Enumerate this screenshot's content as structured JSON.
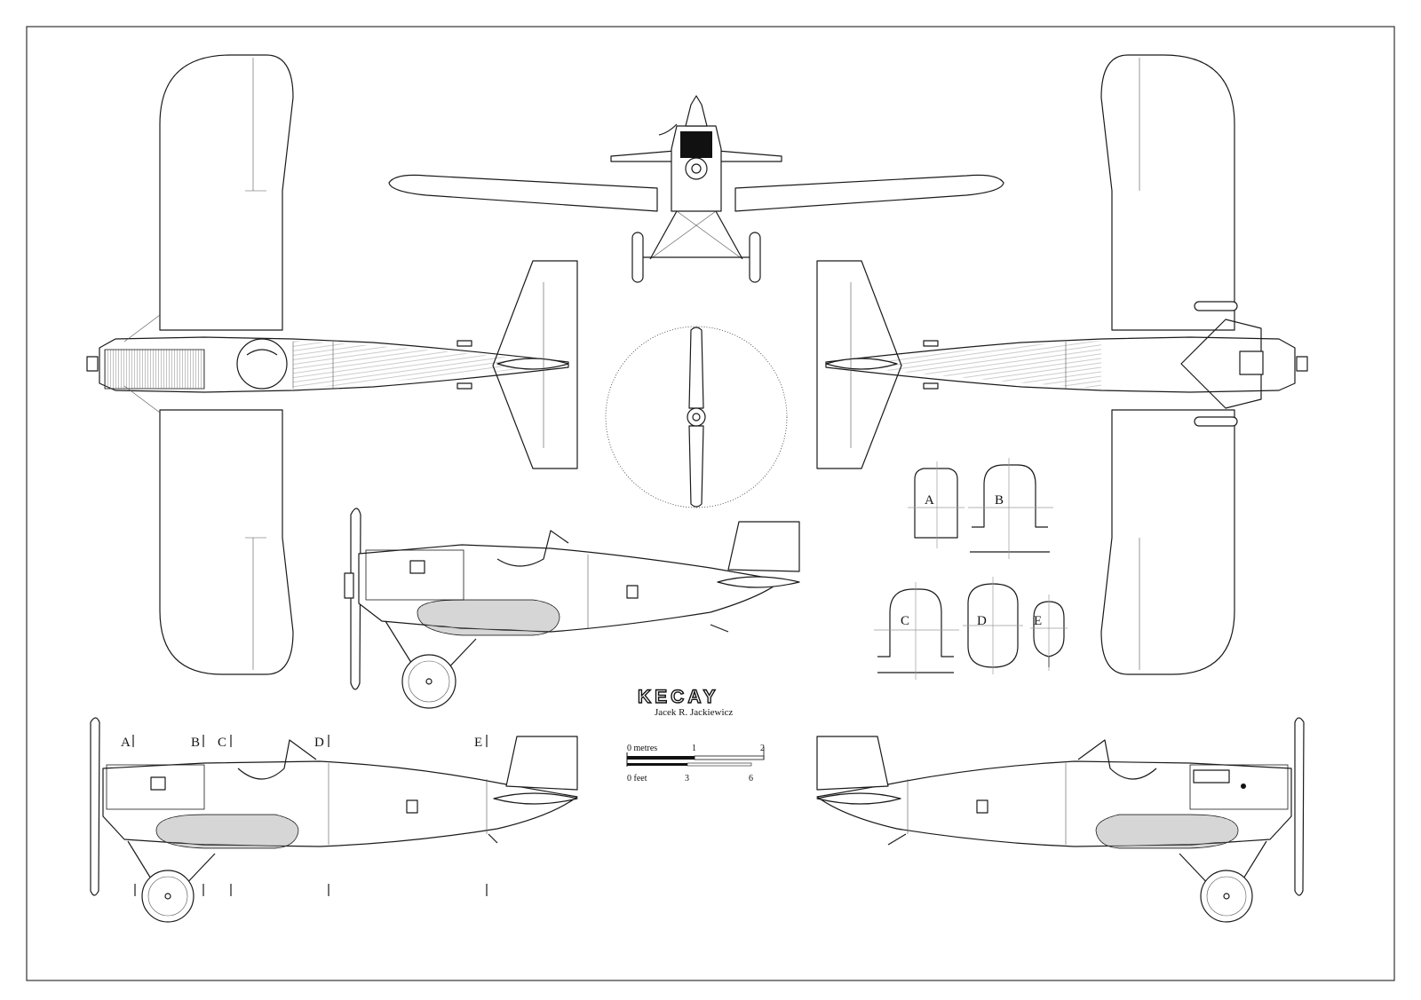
{
  "logo": {
    "text": "KECAY"
  },
  "credit": {
    "author": "Jacek R. Jackiewicz"
  },
  "scale_bar": {
    "metres_label": "0 metres",
    "metres_ticks": [
      "1",
      "2"
    ],
    "feet_label": "0 feet",
    "feet_ticks": [
      "3",
      "6"
    ]
  },
  "cross_section_labels": [
    "A",
    "B",
    "C",
    "D",
    "E"
  ],
  "station_labels": [
    "A",
    "B",
    "C",
    "D",
    "E"
  ],
  "colors": {
    "ink": "#1a1a1a",
    "paper": "#ffffff",
    "frame": "#333333"
  }
}
